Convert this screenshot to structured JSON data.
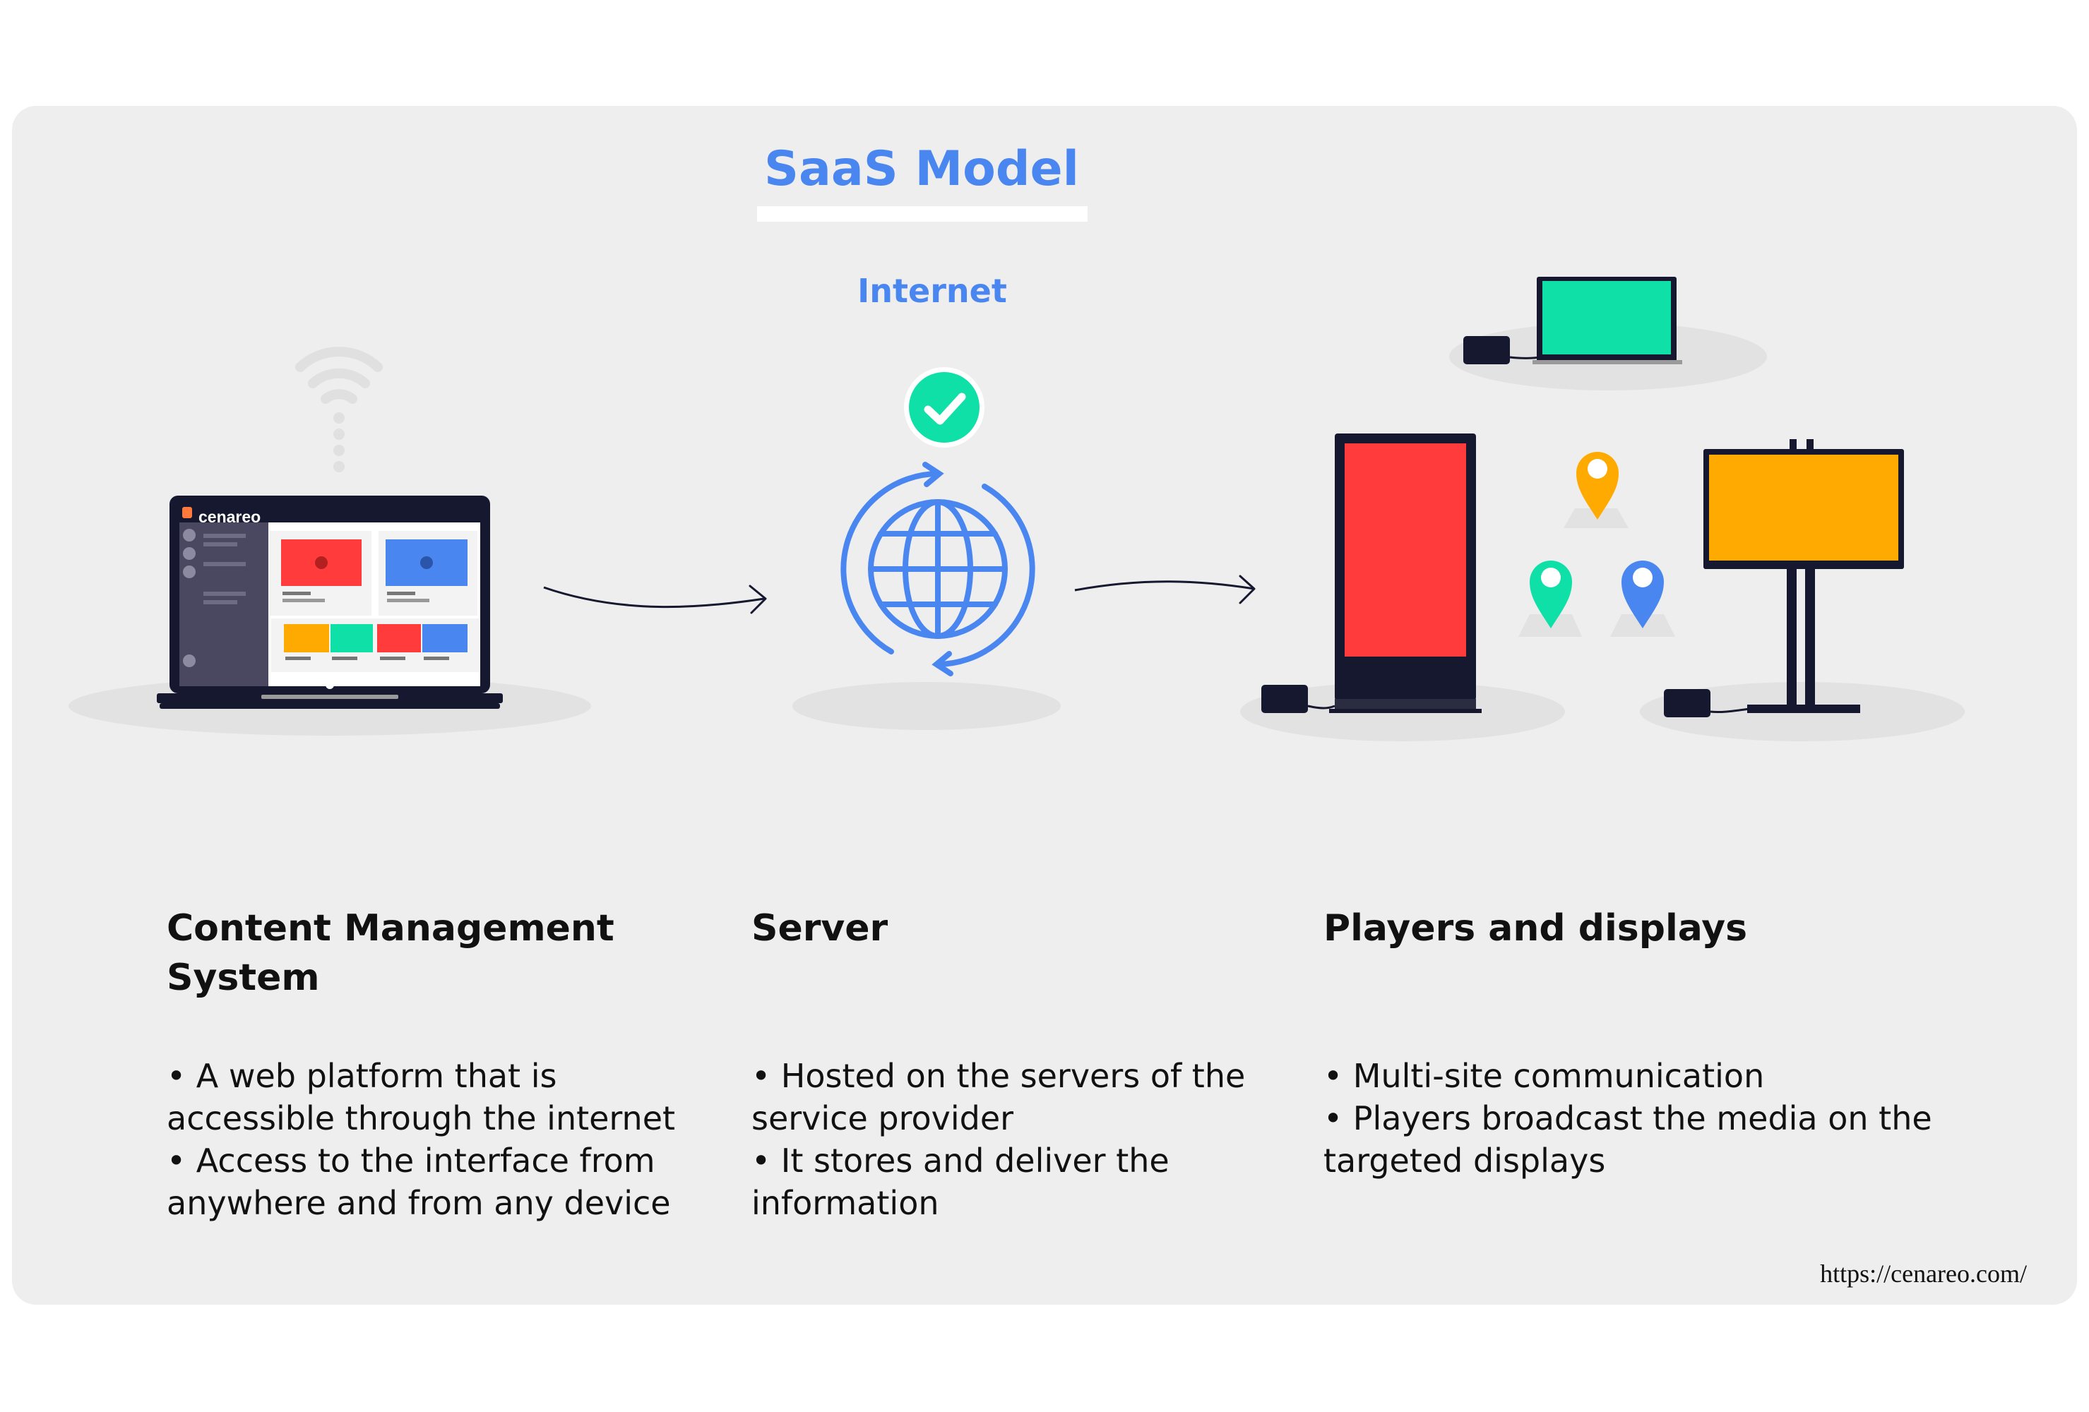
{
  "title": "SaaS Model",
  "internet_label": "Internet",
  "brand_mark": "cenareo",
  "footer_url": "https://cenareo.com/",
  "colors": {
    "accent_blue": "#4a86f0",
    "green": "#0ee0a8",
    "red": "#ff3b3b",
    "orange": "#ffaa00",
    "dark": "#15182e"
  },
  "icons": [
    "wifi-icon",
    "laptop-icon",
    "check-badge-icon",
    "globe-sync-icon",
    "arrow-icon",
    "kiosk-display-icon",
    "tv-display-icon",
    "stand-display-icon",
    "location-pin-icon",
    "media-player-icon"
  ],
  "columns": [
    {
      "heading_lines": [
        "Content Management",
        "System"
      ],
      "bullets_lines": [
        "• A web platform that is",
        "accessible through the internet",
        "• Access to the interface from",
        "anywhere and from any device"
      ]
    },
    {
      "heading_lines": [
        "Server"
      ],
      "bullets_lines": [
        "• Hosted on the servers of the",
        "service provider",
        "• It stores and deliver the",
        "information"
      ]
    },
    {
      "heading_lines": [
        "Players and displays"
      ],
      "bullets_lines": [
        "• Multi-site communication",
        "• Players broadcast the media on the",
        "targeted displays"
      ]
    }
  ]
}
